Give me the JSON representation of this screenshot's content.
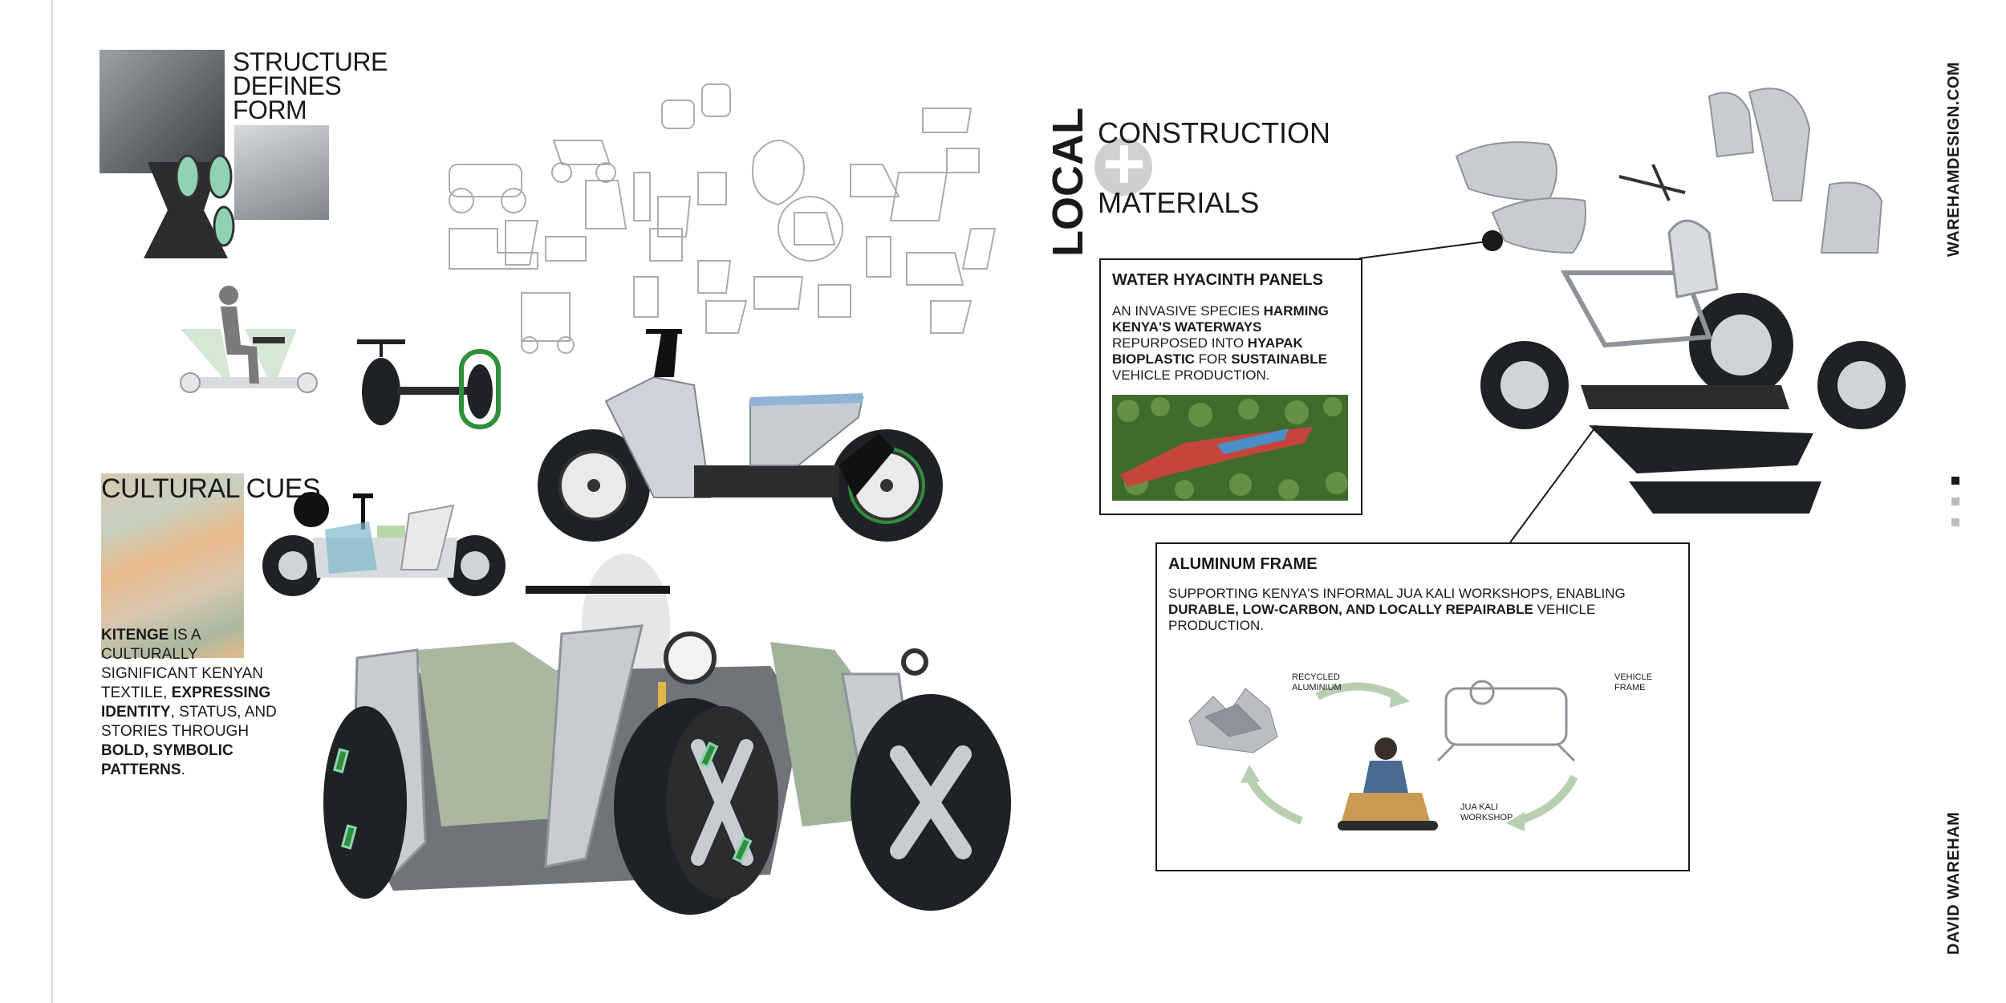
{
  "sections": {
    "structure": {
      "heading_lines": [
        "STRUCTURE",
        "DEFINES",
        "FORM"
      ]
    },
    "cultural": {
      "heading": "CULTURAL CUES",
      "body": [
        {
          "text": "KITENGE",
          "bold": true
        },
        {
          "text": " IS A CULTURALLY SIGNIFICANT KENYAN TEXTILE, ",
          "bold": false
        },
        {
          "text": "EXPRESSING IDENTITY",
          "bold": true
        },
        {
          "text": ", STATUS, AND STORIES THROUGH ",
          "bold": false
        },
        {
          "text": "BOLD, SYMBOLIC PATTERNS",
          "bold": true
        },
        {
          "text": ".",
          "bold": false
        }
      ]
    },
    "local": {
      "vertical_word": "LOCAL",
      "line1": "CONSTRUCTION",
      "plus": "+",
      "line2": "MATERIALS"
    }
  },
  "water_hyacinth": {
    "title": "WATER HYACINTH PANELS",
    "body": [
      {
        "text": "AN INVASIVE SPECIES ",
        "bold": false
      },
      {
        "text": "HARMING KENYA'S WATERWAYS",
        "bold": true
      },
      {
        "text": " REPURPOSED INTO ",
        "bold": false
      },
      {
        "text": "HYAPAK BIOPLASTIC",
        "bold": true
      },
      {
        "text": " FOR ",
        "bold": false
      },
      {
        "text": "SUSTAINABLE",
        "bold": true
      },
      {
        "text": " VEHICLE PRODUCTION.",
        "bold": false
      }
    ]
  },
  "aluminum": {
    "title": "ALUMINUM FRAME",
    "body": [
      {
        "text": "SUPPORTING KENYA'S INFORMAL JUA KALI WORKSHOPS, ENABLING ",
        "bold": false
      },
      {
        "text": "DURABLE, LOW-CARBON, AND LOCALLY REPAIRABLE",
        "bold": true
      },
      {
        "text": " VEHICLE PRODUCTION.",
        "bold": false
      }
    ],
    "cycle": {
      "recycled": "RECYCLED ALUMINIUM",
      "frame": "VEHICLE FRAME",
      "workshop": "JUA KALI WORKSHOP"
    }
  },
  "sidebar": {
    "website": "WAREHAMDESIGN.COM",
    "author": "DAVID WAREHAM"
  },
  "colors": {
    "ink": "#1a1a1a",
    "mint": "#8fd3b3",
    "green_accent": "#2f8f3a",
    "sage_arrow": "#b7cfb0",
    "aluminium": "#c7ccd1",
    "kitenge_peach": "#e8b98a"
  }
}
